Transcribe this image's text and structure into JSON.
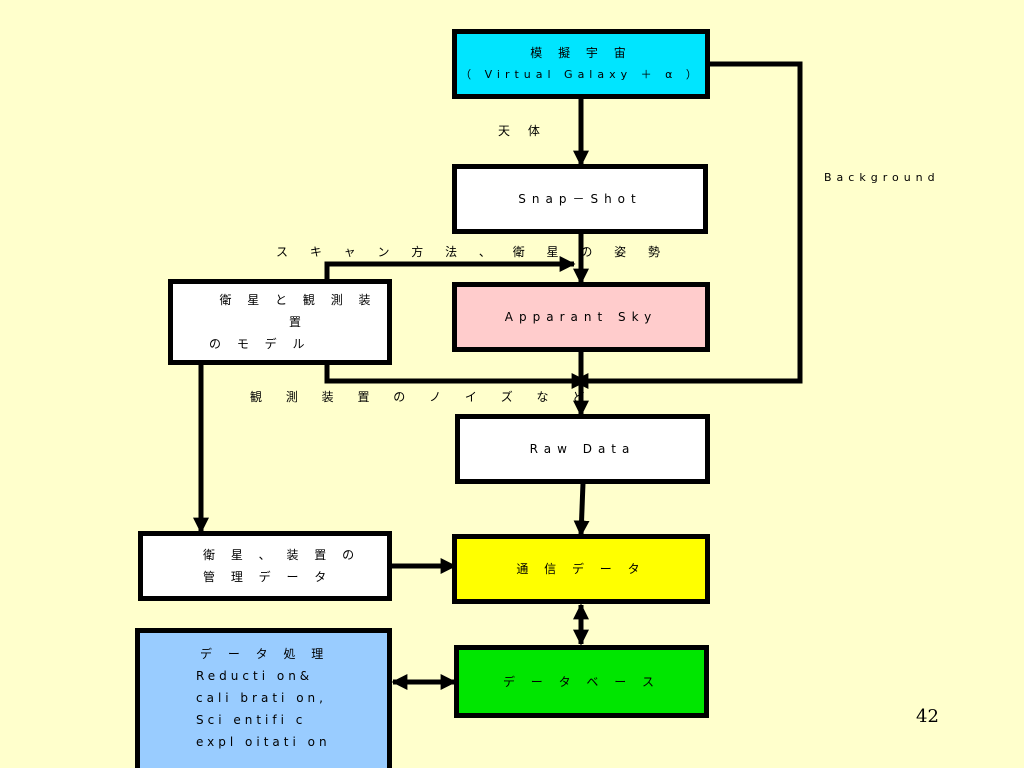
{
  "colors": {
    "background": "#ffffcc",
    "virtual_galaxy": "#00e5ff",
    "apparent_sky": "#ffcccc",
    "comm_data": "#ffff00",
    "database": "#00e600",
    "processing": "#99ccff",
    "plain": "#ffffff"
  },
  "boxes": {
    "virtual_galaxy": {
      "line1": "模 擬 宇 宙",
      "line2": "（ Virtual Galaxy ＋ α ）"
    },
    "snapshot": {
      "label": "Snap－Shot"
    },
    "apparent_sky": {
      "label": "Apparant Sky"
    },
    "raw_data": {
      "label": "Raw Data"
    },
    "satellite_model": {
      "line1": "衛 星 と 観 測 装 置",
      "line2": "の モ デ ル"
    },
    "mgmt_data": {
      "line1": "衛 星 、 装 置 の",
      "line2": "管 理 デ ー タ"
    },
    "comm_data": {
      "label": "通 信 デ ー タ"
    },
    "processing": {
      "line1": "デ ー タ 処 理",
      "line2": "Reducti on&",
      "line3": "cali brati on,",
      "line4": "Sci entifi c",
      "line5": "expl oitati on"
    },
    "database": {
      "label": "デ ー タ ベ ー ス"
    }
  },
  "labels": {
    "celestial": "天 体",
    "background": "Background",
    "scan": "ス キ ャ ン 方 法 、 衛 星 の 姿 勢",
    "noise": "観 測 装 置 の ノ イ ズ な ど"
  },
  "page_number": "42"
}
